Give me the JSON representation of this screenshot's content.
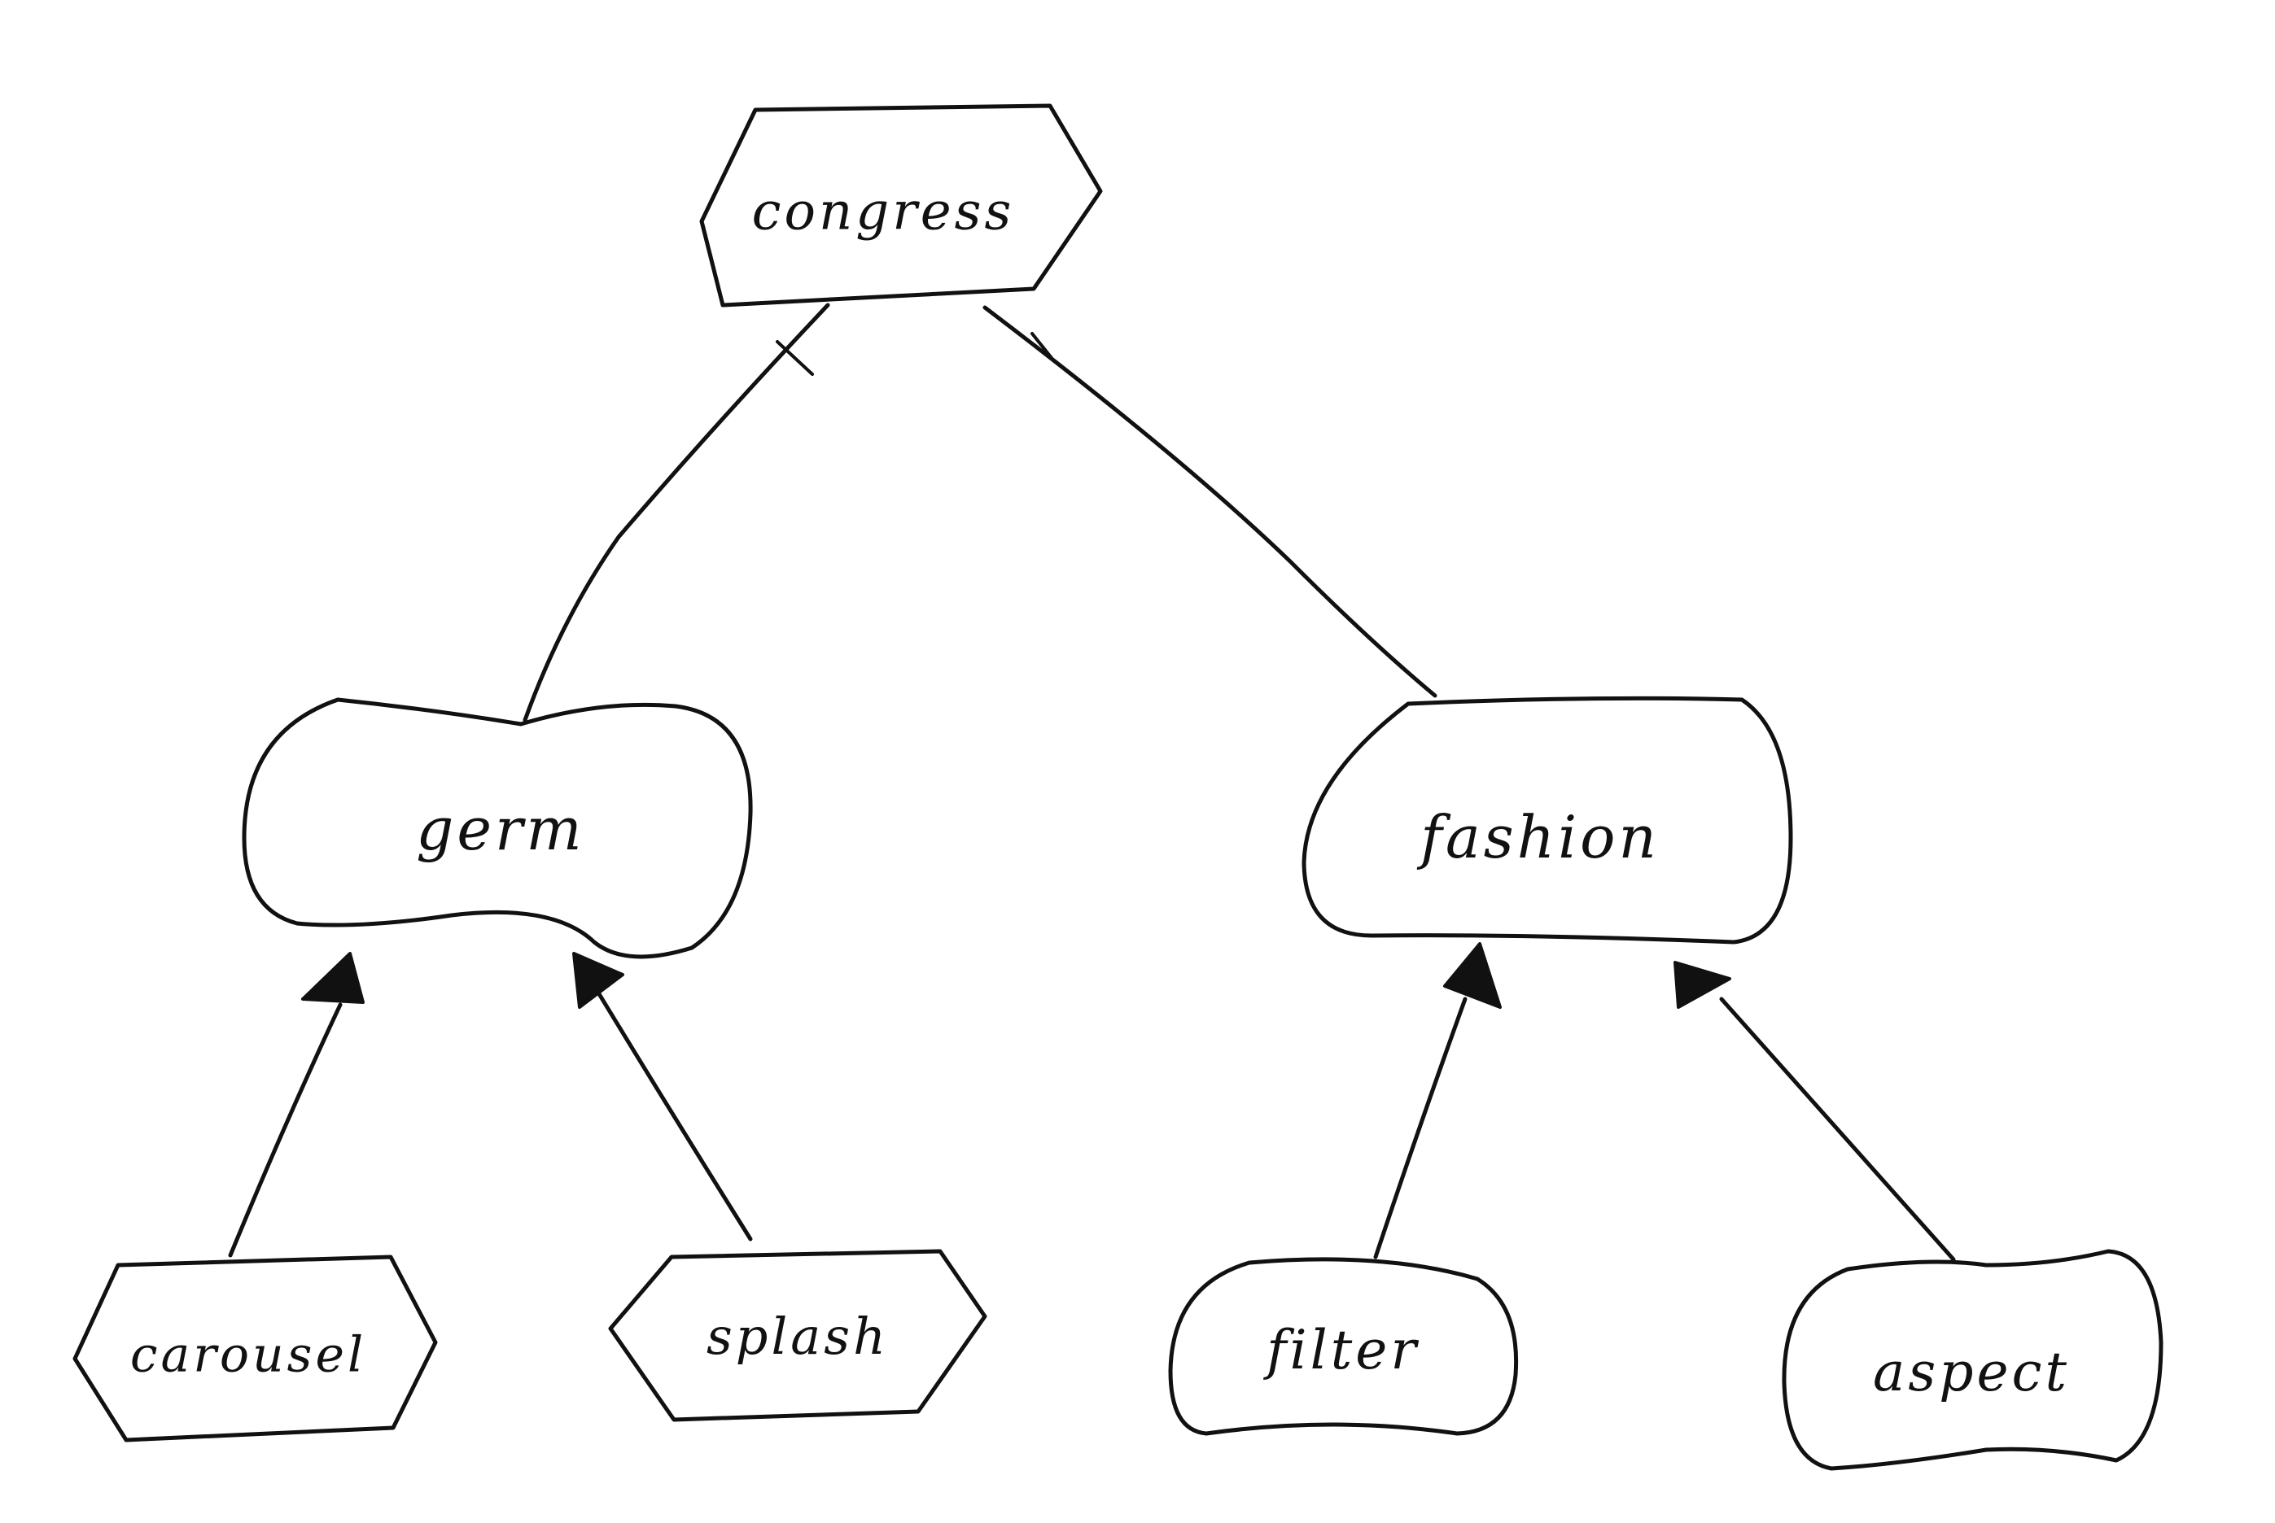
{
  "diagram": {
    "nodes": {
      "congress": {
        "label": "congress",
        "shape": "hexagon"
      },
      "germ": {
        "label": "germ",
        "shape": "pinched-rounded"
      },
      "fashion": {
        "label": "fashion",
        "shape": "rounded-trapezoid"
      },
      "carousel": {
        "label": "carousel",
        "shape": "hexagon"
      },
      "splash": {
        "label": "splash",
        "shape": "hexagon"
      },
      "filter": {
        "label": "filter",
        "shape": "rounded-box"
      },
      "aspect": {
        "label": "aspect",
        "shape": "pinched-rounded"
      }
    },
    "edges": [
      {
        "from": "congress",
        "to": "germ",
        "source_end": "tick",
        "target_end": "none"
      },
      {
        "from": "congress",
        "to": "fashion",
        "source_end": "tick",
        "target_end": "none"
      },
      {
        "from": "carousel",
        "to": "germ",
        "source_end": "none",
        "target_end": "filled-arrow"
      },
      {
        "from": "splash",
        "to": "germ",
        "source_end": "none",
        "target_end": "filled-arrow"
      },
      {
        "from": "filter",
        "to": "fashion",
        "source_end": "none",
        "target_end": "filled-arrow"
      },
      {
        "from": "aspect",
        "to": "fashion",
        "source_end": "none",
        "target_end": "filled-arrow"
      }
    ],
    "colors": {
      "stroke": "#111111",
      "background": "#ffffff"
    }
  }
}
